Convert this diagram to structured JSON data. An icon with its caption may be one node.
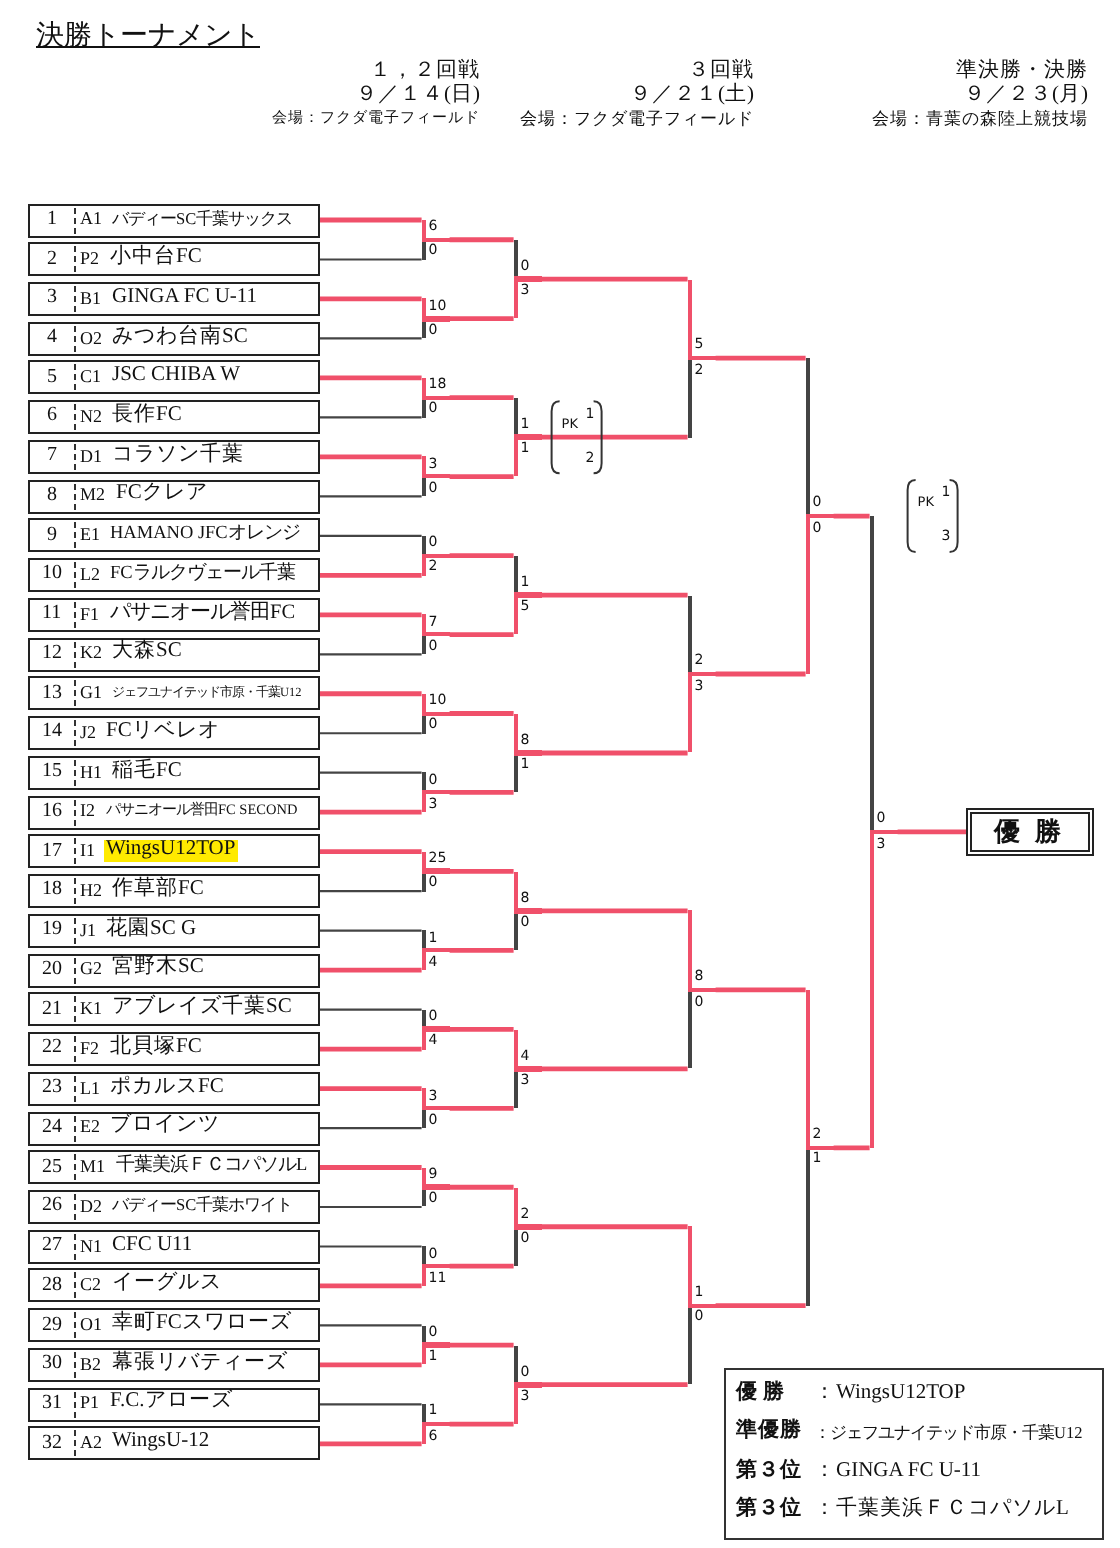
{
  "diagram": {
    "title": "決勝トーナメント",
    "nodes": [
      {
        "text": [
          "1",
          "A1",
          "バディーSC千葉サックス"
        ]
      },
      {
        "text": [
          "2",
          "P2",
          "小中台FC"
        ]
      },
      {
        "text": [
          "3",
          "B1",
          "GINGA FC U-11"
        ]
      },
      {
        "text": [
          "4",
          "O2",
          "みつわ台南SC"
        ]
      },
      {
        "text": [
          "5",
          "C1",
          "JSC CHIBA W"
        ]
      },
      {
        "text": [
          "6",
          "N2",
          "長作FC"
        ]
      },
      {
        "text": [
          "7",
          "D1",
          "コラソン千葉"
        ]
      },
      {
        "text": [
          "8",
          "M2",
          "FCクレア"
        ]
      },
      {
        "text": [
          "9",
          "E1",
          "HAMANO JFCオレンジ"
        ]
      },
      {
        "text": [
          "10",
          "L2",
          "FCラルクヴェール千葉"
        ]
      },
      {
        "text": [
          "11",
          "F1",
          "パサニオール誉田FC"
        ]
      },
      {
        "text": [
          "12",
          "K2",
          "大森SC"
        ]
      },
      {
        "text": [
          "13",
          "G1",
          "ジェフユナイテッド市原・千葉U12"
        ]
      },
      {
        "text": [
          "14",
          "J2",
          "FCリベレオ"
        ]
      },
      {
        "text": [
          "15",
          "H1",
          "稲毛FC"
        ]
      },
      {
        "text": [
          "16",
          "I2",
          "パサニオール誉田FC SECOND"
        ]
      },
      {
        "text": [
          "17",
          "I1",
          "WingsU12TOP"
        ]
      },
      {
        "text": [
          "18",
          "H2",
          "作草部FC"
        ]
      },
      {
        "text": [
          "19",
          "J1",
          "花園SC G"
        ]
      },
      {
        "text": [
          "20",
          "G2",
          "宮野木SC"
        ]
      },
      {
        "text": [
          "21",
          "K1",
          "アブレイズ千葉SC"
        ]
      },
      {
        "text": [
          "22",
          "F2",
          "北貝塚FC"
        ]
      },
      {
        "text": [
          "23",
          "L1",
          "ポカルスFC"
        ]
      },
      {
        "text": [
          "24",
          "E2",
          "ブロインツ"
        ]
      },
      {
        "text": [
          "25",
          "M1",
          "千葉美浜ＦＣコパソルL"
        ]
      },
      {
        "text": [
          "26",
          "D2",
          "バディーSC千葉ホワイト"
        ]
      },
      {
        "text": [
          "27",
          "N1",
          "CFC U11"
        ]
      },
      {
        "text": [
          "28",
          "C2",
          "イーグルス"
        ]
      },
      {
        "text": [
          "29",
          "O1",
          "幸町FCスワローズ"
        ]
      },
      {
        "text": [
          "30",
          "B2",
          "幕張リバティーズ"
        ]
      },
      {
        "text": [
          "31",
          "P1",
          "F.C.アローズ"
        ]
      },
      {
        "text": [
          "32",
          "A2",
          "WingsU-12"
        ]
      },
      {
        "text": [
          "6",
          "0"
        ]
      },
      {
        "text": [
          "10",
          "0"
        ]
      },
      {
        "text": [
          "18",
          "0"
        ]
      },
      {
        "text": [
          "3",
          "0"
        ]
      },
      {
        "text": [
          "0",
          "2"
        ]
      },
      {
        "text": [
          "7",
          "0"
        ]
      },
      {
        "text": [
          "10",
          "0"
        ]
      },
      {
        "text": [
          "0",
          "3"
        ]
      },
      {
        "text": [
          "25",
          "0"
        ]
      },
      {
        "text": [
          "1",
          "4"
        ]
      },
      {
        "text": [
          "0",
          "4"
        ]
      },
      {
        "text": [
          "3",
          "0"
        ]
      },
      {
        "text": [
          "9",
          "0"
        ]
      },
      {
        "text": [
          "0",
          "11"
        ]
      },
      {
        "text": [
          "0",
          "1"
        ]
      },
      {
        "text": [
          "1",
          "6"
        ]
      },
      {
        "text": [
          "0",
          "3"
        ]
      },
      {
        "text": [
          "1",
          "1"
        ],
        "beside": [
          "PK",
          "1",
          "2"
        ]
      },
      {
        "text": [
          "1",
          "5"
        ]
      },
      {
        "text": [
          "8",
          "1"
        ]
      },
      {
        "text": [
          "8",
          "0"
        ]
      },
      {
        "text": [
          "4",
          "3"
        ]
      },
      {
        "text": [
          "2",
          "0"
        ]
      },
      {
        "text": [
          "0",
          "3"
        ]
      },
      {
        "text": [
          "5",
          "2"
        ]
      },
      {
        "text": [
          "2",
          "3"
        ]
      },
      {
        "text": [
          "8",
          "0"
        ]
      },
      {
        "text": [
          "1",
          "0"
        ]
      },
      {
        "text": [
          "0",
          "0"
        ]
      },
      {
        "text": [
          "2",
          "1"
        ]
      },
      {
        "text": [
          "0",
          "3"
        ]
      },
      {
        "text": [
          "優 勝"
        ]
      },
      {
        "text": [
          "優 勝",
          "：WingsU12TOP",
          "準優勝",
          "：ジェフユナイテッド市原・千葉U12",
          "第３位",
          "：GINGA FC U-11",
          "第３位",
          "：千葉美浜ＦＣコパソルL"
        ]
      }
    ],
    "edges": [
      {
        "from": 0,
        "to": 32,
        "arrow": "none"
      },
      {
        "from": 1,
        "to": 32,
        "arrow": "none",
        "color": "#444444"
      },
      {
        "from": 2,
        "to": 33,
        "arrow": "none"
      },
      {
        "from": 3,
        "to": 33,
        "arrow": "none",
        "color": "#444444"
      },
      {
        "from": 4,
        "to": 34,
        "arrow": "none"
      },
      {
        "from": 5,
        "to": 34,
        "arrow": "none",
        "color": "#444444"
      },
      {
        "from": 6,
        "to": 35,
        "arrow": "none"
      },
      {
        "from": 7,
        "to": 35,
        "arrow": "none",
        "color": "#444444"
      },
      {
        "from": 8,
        "to": 36,
        "arrow": "none",
        "color": "#444444"
      },
      {
        "from": 9,
        "to": 36,
        "arrow": "none"
      },
      {
        "from": 10,
        "to": 37,
        "arrow": "none"
      },
      {
        "from": 11,
        "to": 37,
        "arrow": "none",
        "color": "#444444"
      },
      {
        "from": 12,
        "to": 38,
        "arrow": "none"
      },
      {
        "from": 13,
        "to": 38,
        "arrow": "none",
        "color": "#444444"
      },
      {
        "from": 14,
        "to": 39,
        "arrow": "none",
        "color": "#444444"
      },
      {
        "from": 15,
        "to": 39,
        "arrow": "none"
      },
      {
        "from": 16,
        "to": 40,
        "arrow": "none"
      },
      {
        "from": 17,
        "to": 40,
        "arrow": "none",
        "color": "#444444"
      },
      {
        "from": 18,
        "to": 41,
        "arrow": "none",
        "color": "#444444"
      },
      {
        "from": 19,
        "to": 41,
        "arrow": "none"
      },
      {
        "from": 20,
        "to": 42,
        "arrow": "none",
        "color": "#444444"
      },
      {
        "from": 21,
        "to": 42,
        "arrow": "none"
      },
      {
        "from": 22,
        "to": 43,
        "arrow": "none"
      },
      {
        "from": 23,
        "to": 43,
        "arrow": "none",
        "color": "#444444"
      },
      {
        "from": 24,
        "to": 44,
        "arrow": "none"
      },
      {
        "from": 25,
        "to": 44,
        "arrow": "none",
        "color": "#444444"
      },
      {
        "from": 26,
        "to": 45,
        "arrow": "none",
        "color": "#444444"
      },
      {
        "from": 27,
        "to": 45,
        "arrow": "none"
      },
      {
        "from": 28,
        "to": 46,
        "arrow": "none",
        "color": "#444444"
      },
      {
        "from": 29,
        "to": 46,
        "arrow": "none"
      },
      {
        "from": 30,
        "to": 47,
        "arrow": "none",
        "color": "#444444"
      },
      {
        "from": 31,
        "to": 47,
        "arrow": "none"
      },
      {
        "from": 32,
        "to": 48,
        "arrow": "none"
      },
      {
        "from": 33,
        "to": 48,
        "arrow": "none"
      },
      {
        "from": 34,
        "to": 49,
        "arrow": "none"
      },
      {
        "from": 35,
        "to": 49,
        "arrow": "none"
      },
      {
        "from": 36,
        "to": 50,
        "arrow": "none"
      },
      {
        "from": 37,
        "to": 50,
        "arrow": "none"
      },
      {
        "from": 38,
        "to": 51,
        "arrow": "none"
      },
      {
        "from": 39,
        "to": 51,
        "arrow": "none"
      },
      {
        "from": 40,
        "to": 52,
        "arrow": "none"
      },
      {
        "from": 41,
        "to": 52,
        "arrow": "none"
      },
      {
        "from": 42,
        "to": 53,
        "arrow": "none"
      },
      {
        "from": 43,
        "to": 53,
        "arrow": "none"
      },
      {
        "from": 44,
        "to": 54,
        "arrow": "none"
      },
      {
        "from": 45,
        "to": 54,
        "arrow": "none"
      },
      {
        "from": 46,
        "to": 55,
        "arrow": "none"
      },
      {
        "from": 47,
        "to": 55,
        "arrow": "none"
      },
      {
        "from": 48,
        "to": 56,
        "arrow": "none"
      },
      {
        "from": 49,
        "to": 56,
        "arrow": "none"
      },
      {
        "from": 50,
        "to": 57,
        "arrow": "none"
      },
      {
        "from": 51,
        "to": 57,
        "arrow": "none"
      },
      {
        "from": 52,
        "to": 58,
        "arrow": "none"
      },
      {
        "from": 53,
        "to": 58,
        "arrow": "none"
      },
      {
        "from": 54,
        "to": 59,
        "arrow": "none"
      },
      {
        "from": 55,
        "to": 59,
        "arrow": "none"
      },
      {
        "from": 56,
        "to": 60,
        "arrow": "none"
      },
      {
        "from": 57,
        "to": 60,
        "arrow": "none"
      },
      {
        "from": 58,
        "to": 61,
        "arrow": "none"
      },
      {
        "from": 59,
        "to": 61,
        "arrow": "none"
      },
      {
        "from": 60,
        "to": 62,
        "arrow": "none"
      },
      {
        "from": 61,
        "to": 62,
        "arrow": "none"
      },
      {
        "from": 62,
        "to": 63,
        "arrow": "none"
      }
    ],
    "labels": [
      "１，２回戦",
      "９／１４(日)",
      "会場：フクダ電子フィールド",
      "３回戦",
      "９／２１(土)",
      "会場：フクダ電子フィールド",
      "準決勝・決勝",
      "９／２３(月)",
      "会場：青葉の森陸上競技場",
      "PK",
      "1",
      "3"
    ]
  }
}
